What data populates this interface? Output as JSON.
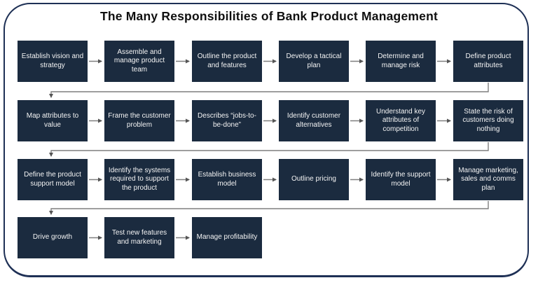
{
  "title": "The Many Responsibilities of Bank Product Management",
  "colors": {
    "box_fill": "#1b2b3f",
    "box_text": "#f4f4f4",
    "frame_border": "#1e3055",
    "arrow_line": "#7f7f7f",
    "arrow_head": "#555555",
    "title_text": "#101010",
    "background": "#ffffff"
  },
  "rows": [
    [
      "Establish vision and strategy",
      "Assemble and manage product team",
      "Outline the product and features",
      "Develop a tactical plan",
      "Determine and manage risk",
      "Define product attributes"
    ],
    [
      "Map attributes to value",
      "Frame the customer problem",
      "Describes “jobs-to-be-done”",
      "Identify customer alternatives",
      "Understand key attributes of competition",
      "State the risk of customers doing nothing"
    ],
    [
      "Define the product support model",
      "Identify the systems required to support the product",
      "Establish business model",
      "Outline pricing",
      "Identify the support model",
      "Manage marketing, sales and comms plan"
    ],
    [
      "Drive growth",
      "Test new features and marketing",
      "Manage profitability"
    ]
  ]
}
